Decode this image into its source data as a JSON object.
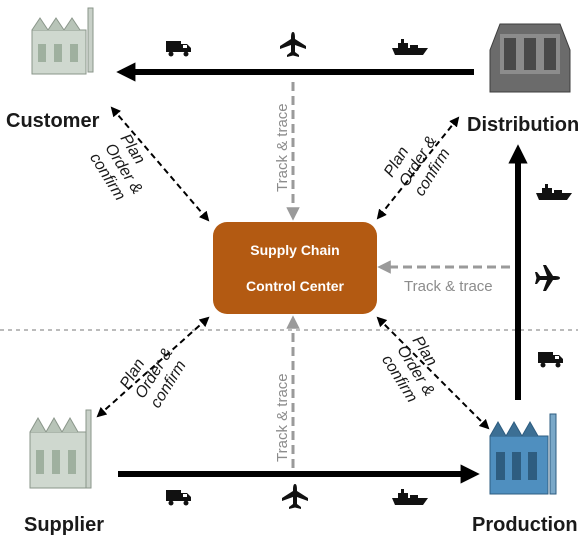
{
  "nodes": {
    "customer": "Customer",
    "distribution": "Distribution",
    "supplier": "Supplier",
    "production": "Production"
  },
  "center": {
    "line1": "Supply Chain",
    "line2": "Control Center"
  },
  "edge_labels": {
    "plan": "Plan",
    "order": "Order &",
    "confirm": "confirm",
    "track": "Track & trace"
  },
  "colors": {
    "center_fill": "#b35a12",
    "solid_arrow": "#000000",
    "track_arrow": "#9a9a9a"
  },
  "icons": [
    "truck-icon",
    "airplane-icon",
    "ship-icon",
    "warehouse-icon",
    "factory-icon"
  ]
}
